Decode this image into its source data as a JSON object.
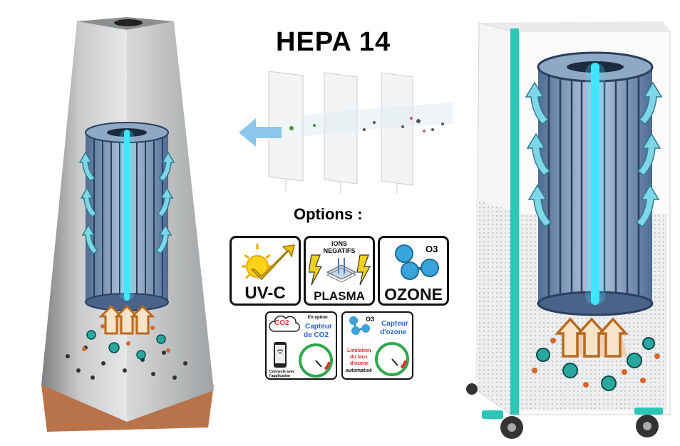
{
  "header": {
    "title": "HEPA 14"
  },
  "options_heading": "Options :",
  "option_cards": {
    "uvc": {
      "label": "UV-C"
    },
    "plasma": {
      "top_line1": "IONS",
      "top_line2": "NEGATIFS",
      "label": "PLASMA"
    },
    "ozone": {
      "formula": "O3",
      "label": "OZONE"
    }
  },
  "sensor_cards": {
    "co2": {
      "badge": "CO2",
      "note": "En option",
      "title_line1": "Capteur",
      "title_line2": "de CO2",
      "phone_caption_line1": "Connecté avec",
      "phone_caption_line2": "l'application"
    },
    "ozone": {
      "formula": "O3",
      "title_line1": "Capteur",
      "title_line2": "d'ozone",
      "limit_line1": "Limitation",
      "limit_line2": "du taux",
      "limit_line3": "d'ozone",
      "auto_label": "automatisé"
    }
  },
  "colors": {
    "accent_teal": "#2cc6b8",
    "uv_cyan": "#3fe6ff",
    "filter_blue": "#6f8fb6",
    "arrow_orange": "#e58a2c",
    "plasma_yellow": "#f1d11f"
  },
  "icons": [
    "sun-icon",
    "lightning-icon",
    "molecule-icon",
    "phone-icon",
    "gauge-icon",
    "airflow-arrow-icon",
    "virus-icon"
  ]
}
